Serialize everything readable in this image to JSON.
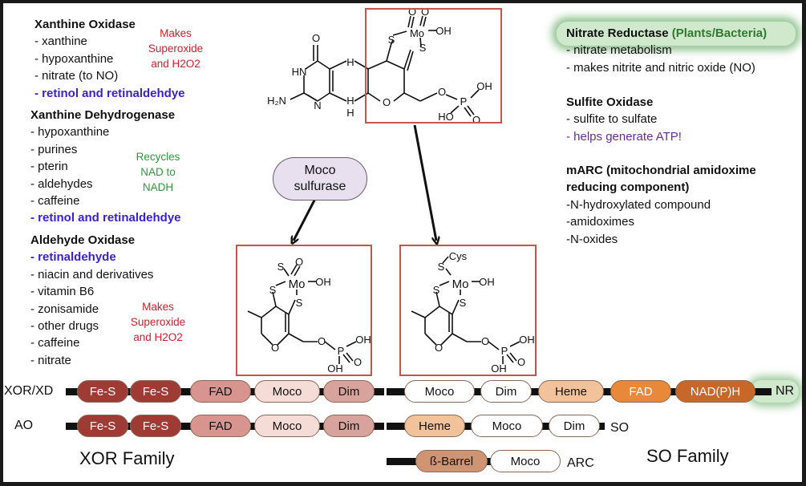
{
  "xanthine_oxidase": {
    "title": "Xanthine Oxidase",
    "items": [
      "- xanthine",
      "- hypoxanthine",
      "- nitrate (to NO)"
    ],
    "highlight": "- retinol and retinaldehdye",
    "note": [
      "Makes",
      "Superoxide",
      "and H2O2"
    ]
  },
  "xanthine_dehydrogenase": {
    "title": "Xanthine Dehydrogenase",
    "items": [
      "- hypoxanthine",
      "- purines",
      "- pterin",
      "- aldehydes",
      "- caffeine"
    ],
    "highlight": "- retinol and retinaldehdye",
    "note": [
      "Recycles",
      "NAD to",
      "NADH"
    ]
  },
  "aldehyde_oxidase": {
    "title": "Aldehyde Oxidase",
    "highlight": "- retinaldehyde",
    "items": [
      "- niacin and derivatives",
      "- vitamin B6",
      "- zonisamide",
      "- other drugs",
      "- caffeine",
      "- nitrate"
    ],
    "note": [
      "Makes",
      "Superoxide",
      "and H2O2"
    ]
  },
  "nitrate_reductase": {
    "title": "Nitrate Reductase",
    "title_suffix": "(Plants/Bacteria)",
    "items": [
      "- nitrate metabolism",
      "- makes nitrite and nitric oxide (NO)"
    ]
  },
  "sulfite_oxidase": {
    "title": "Sulfite Oxidase",
    "items": [
      "- sulfite to sulfate"
    ],
    "highlight": "- helps generate ATP!"
  },
  "marc": {
    "title_lines": [
      "mARC (mitochondrial amidoxime",
      "reducing component)"
    ],
    "items": [
      "-N-hydroxylated compound",
      "-amidoximes",
      "-N-oxides"
    ]
  },
  "moco_sulfurase": [
    "Moco",
    "sulfurase"
  ],
  "chem": {
    "top": {
      "O": "O",
      "HN": "HN",
      "N": "N",
      "H": "H",
      "H2N": "H₂N",
      "S": "S",
      "Mo": "Mo",
      "OH": "OH",
      "P": "P",
      "HO": "HO"
    },
    "left": {
      "S": "S",
      "Mo": "Mo",
      "O": "O",
      "OH": "OH",
      "P": "P"
    },
    "right": {
      "Cys": "Cys",
      "S": "S",
      "Mo": "Mo",
      "O": "O",
      "OH": "OH",
      "P": "P"
    }
  },
  "domains": {
    "xor_label": "XOR/XD",
    "ao_label": "AO",
    "so_label": "SO",
    "arc_label": "ARC",
    "nr_label": "NR",
    "xor": [
      "Fe-S",
      "Fe-S",
      "FAD",
      "Moco",
      "Dim"
    ],
    "ao": [
      "Fe-S",
      "Fe-S",
      "FAD",
      "Moco",
      "Dim"
    ],
    "nr": [
      "Moco",
      "Dim",
      "Heme",
      "FAD",
      "NAD(P)H"
    ],
    "so": [
      "Heme",
      "Moco",
      "Dim"
    ],
    "arc": [
      "ß-Barrel",
      "Moco"
    ]
  },
  "families": {
    "xor": "XOR Family",
    "so": "SO Family"
  },
  "colors": {
    "fes": "#9e3b34",
    "fad_xor": "#d89590",
    "moco_xor": "#f5dcd6",
    "dim_xor": "#d8a39c",
    "heme": "#f2c39a",
    "fad_nr": "#e8893a",
    "nadph": "#c8672a",
    "white": "#ffffff",
    "barrel": "#cf9572",
    "redbox": "#c2554c",
    "blue": "#3a20d4",
    "red": "#d0202a",
    "green": "#2e9a3a",
    "purple": "#6a2a9a",
    "sulfurase_bg": "#e8e0ee"
  }
}
